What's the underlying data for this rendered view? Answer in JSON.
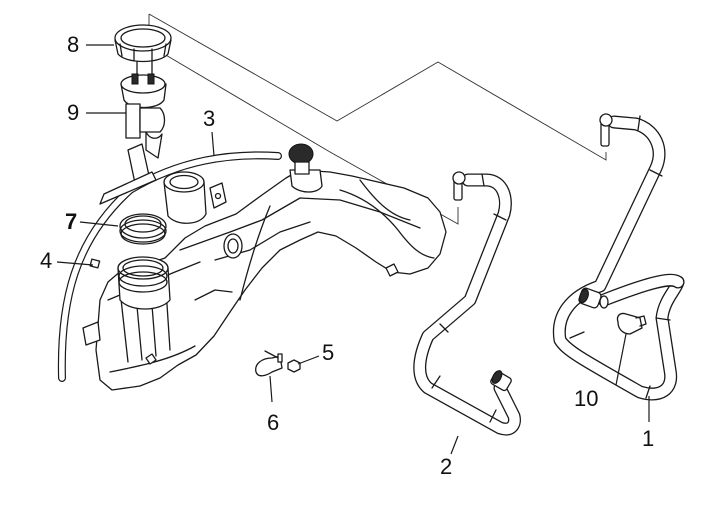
{
  "diagram": {
    "type": "exploded parts diagram",
    "subject": "fuel tank assembly with fuel pump and hoses",
    "line_color": "#1a1a1a",
    "background": "#ffffff"
  },
  "callouts": [
    {
      "id": "1",
      "label": "1",
      "part": "hose (right, long)"
    },
    {
      "id": "2",
      "label": "2",
      "part": "hose (middle)"
    },
    {
      "id": "3",
      "label": "3",
      "part": "vent tube"
    },
    {
      "id": "4",
      "label": "4",
      "part": "tube clip"
    },
    {
      "id": "5",
      "label": "5",
      "part": "nut"
    },
    {
      "id": "6",
      "label": "6",
      "part": "bracket clamp"
    },
    {
      "id": "7",
      "label": "7",
      "part": "seal ring"
    },
    {
      "id": "8",
      "label": "8",
      "part": "lock ring"
    },
    {
      "id": "9",
      "label": "9",
      "part": "fuel pump"
    },
    {
      "id": "10",
      "label": "10",
      "part": "hose clamp"
    }
  ]
}
